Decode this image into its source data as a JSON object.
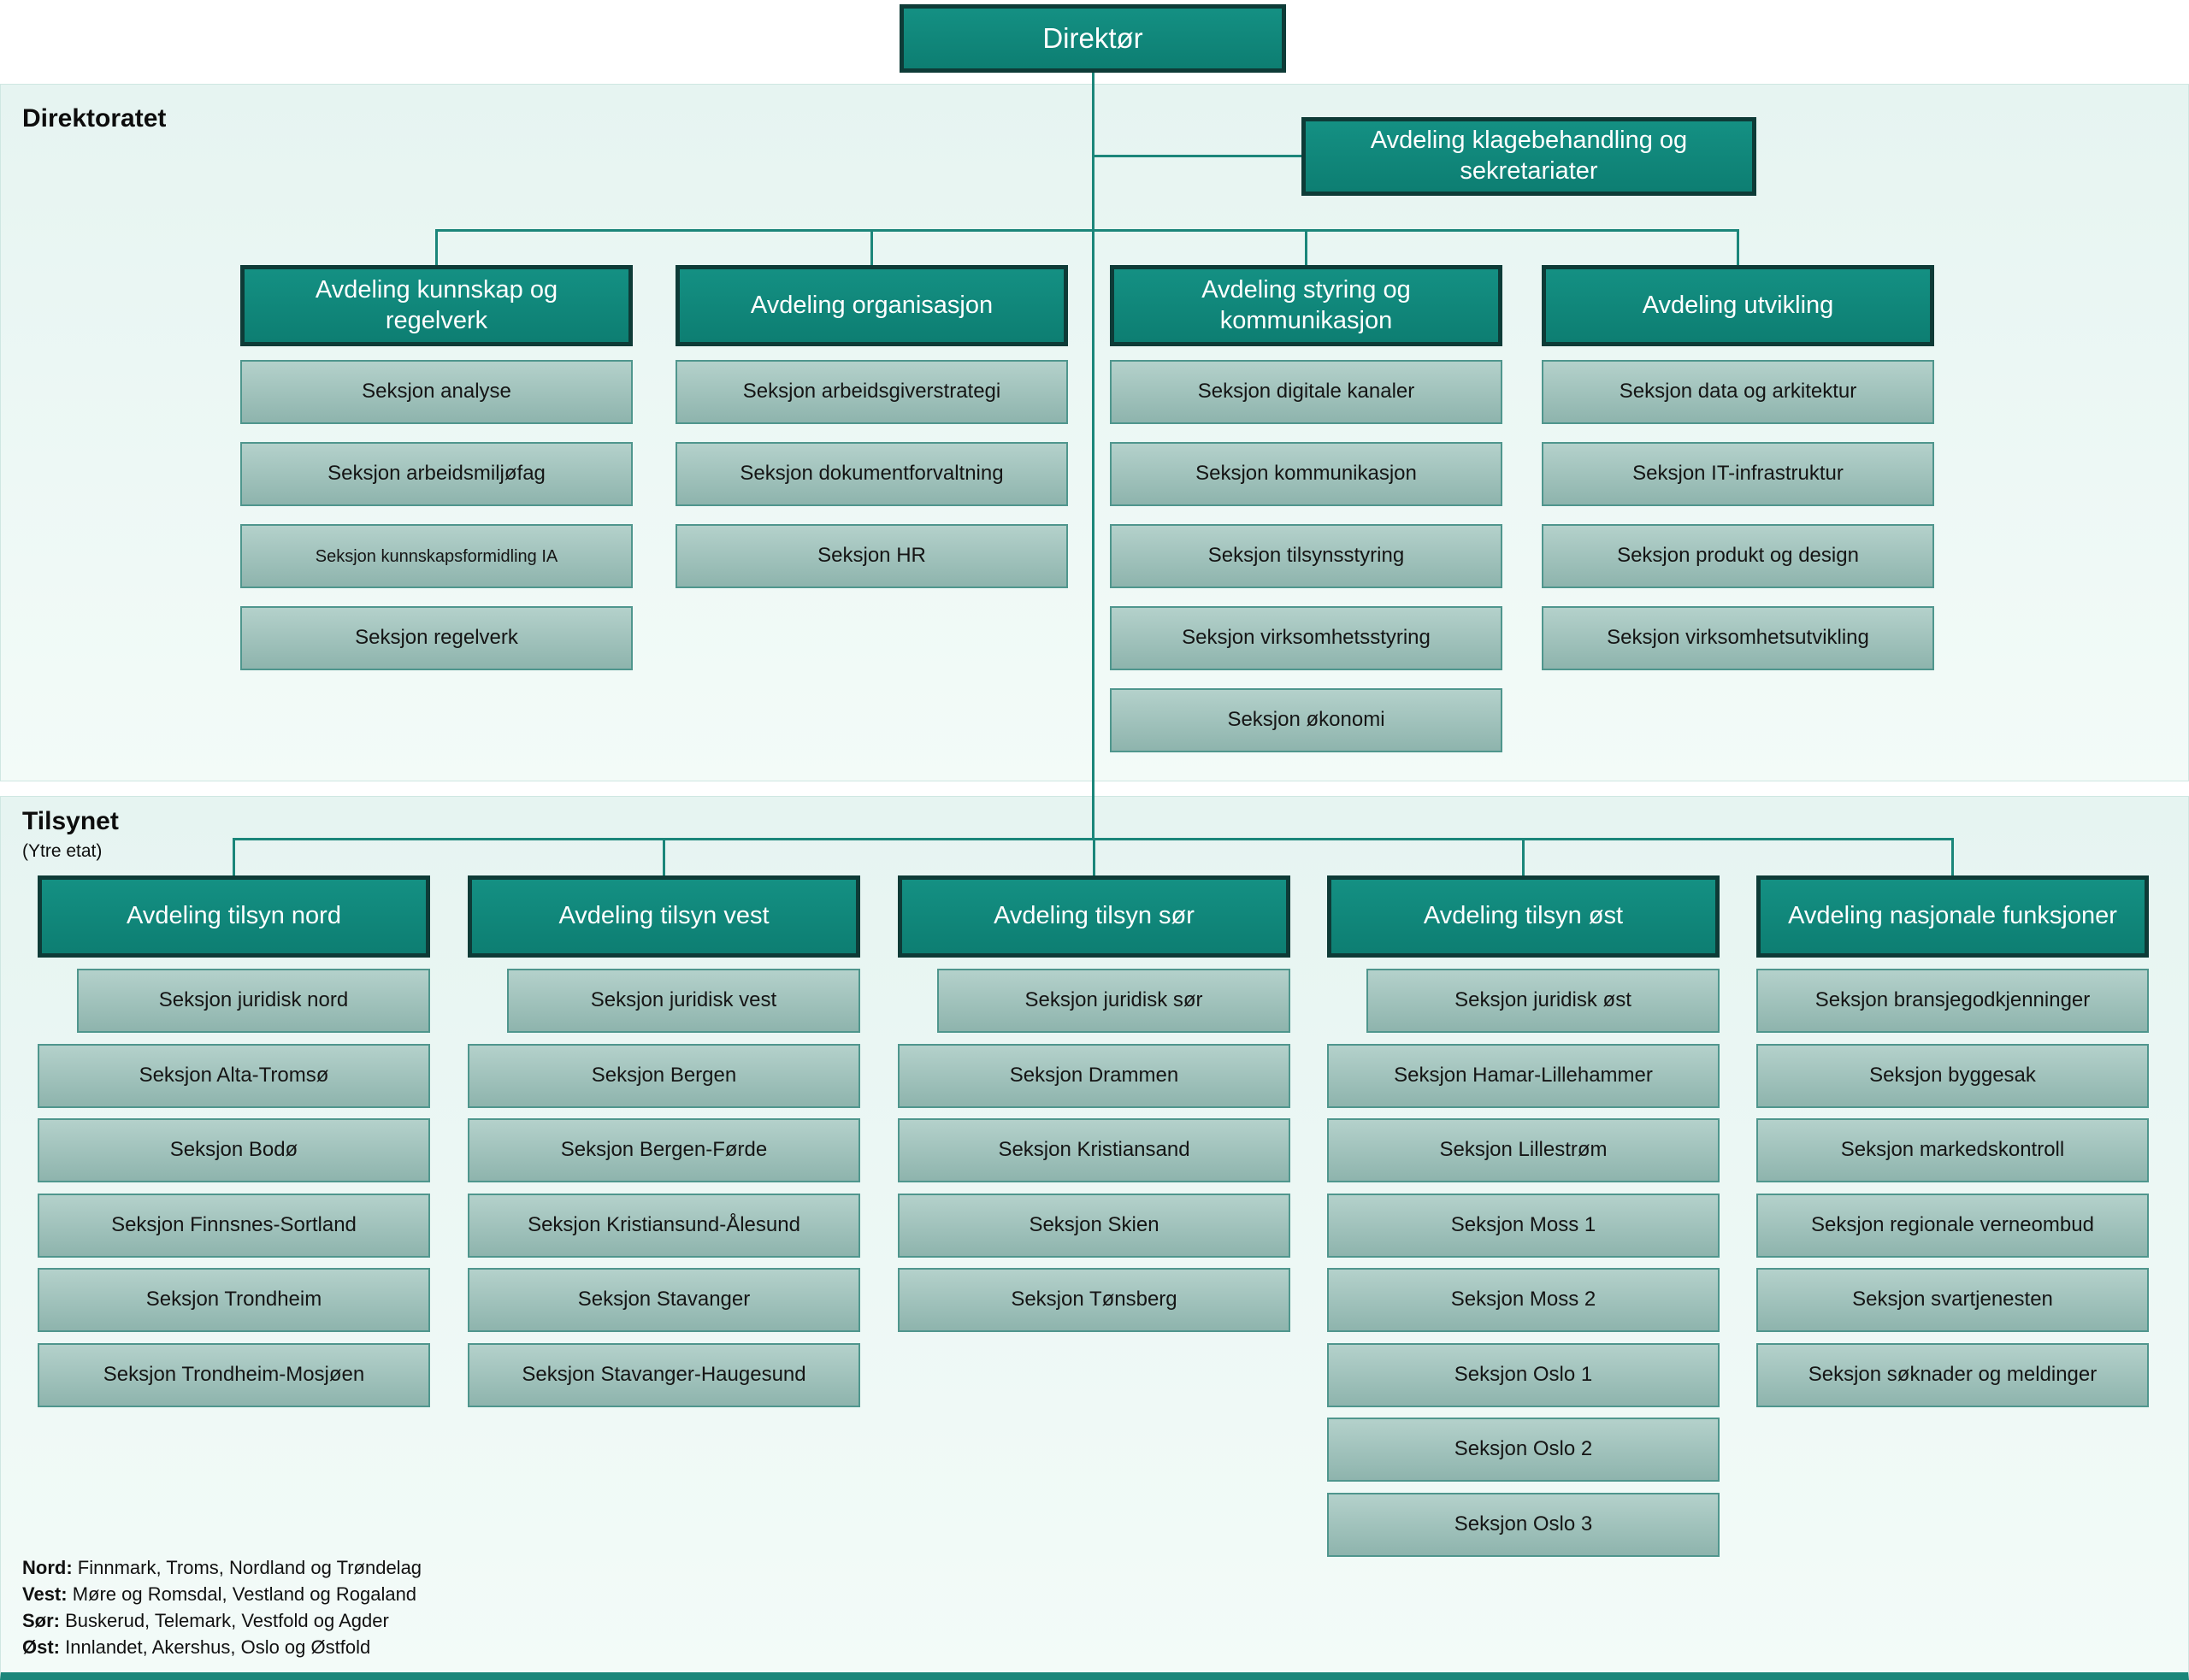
{
  "direktor": {
    "label": "Direktør"
  },
  "direktoratet": {
    "band_label": "Direktoratet",
    "klage_label": "Avdeling klagebehandling og sekretariater",
    "departments": [
      {
        "label": "Avdeling kunnskap og regelverk",
        "sections": [
          "Seksjon analyse",
          "Seksjon arbeidsmiljøfag",
          "Seksjon kunnskapsformidling IA",
          "Seksjon regelverk"
        ]
      },
      {
        "label": "Avdeling organisasjon",
        "sections": [
          "Seksjon arbeidsgiverstrategi",
          "Seksjon dokumentforvaltning",
          "Seksjon HR"
        ]
      },
      {
        "label": "Avdeling styring og kommunikasjon",
        "sections": [
          "Seksjon digitale kanaler",
          "Seksjon kommunikasjon",
          "Seksjon tilsynsstyring",
          "Seksjon virksomhetsstyring",
          "Seksjon økonomi"
        ]
      },
      {
        "label": "Avdeling utvikling",
        "sections": [
          "Seksjon data og arkitektur",
          "Seksjon IT-infrastruktur",
          "Seksjon produkt og design",
          "Seksjon virksomhetsutvikling"
        ]
      }
    ]
  },
  "tilsynet": {
    "band_label": "Tilsynet",
    "band_sublabel": "(Ytre etat)",
    "departments": [
      {
        "label": "Avdeling tilsyn nord",
        "sections": [
          "Seksjon juridisk nord",
          "Seksjon Alta-Tromsø",
          "Seksjon Bodø",
          "Seksjon Finnsnes-Sortland",
          "Seksjon Trondheim",
          "Seksjon Trondheim-Mosjøen"
        ]
      },
      {
        "label": "Avdeling tilsyn vest",
        "sections": [
          "Seksjon juridisk vest",
          "Seksjon Bergen",
          "Seksjon Bergen-Førde",
          "Seksjon Kristiansund-Ålesund",
          "Seksjon Stavanger",
          "Seksjon Stavanger-Haugesund"
        ]
      },
      {
        "label": "Avdeling tilsyn sør",
        "sections": [
          "Seksjon juridisk sør",
          "Seksjon Drammen",
          "Seksjon Kristiansand",
          "Seksjon Skien",
          "Seksjon Tønsberg"
        ]
      },
      {
        "label": "Avdeling tilsyn øst",
        "sections": [
          "Seksjon juridisk øst",
          "Seksjon Hamar-Lillehammer",
          "Seksjon Lillestrøm",
          "Seksjon Moss 1",
          "Seksjon Moss 2",
          "Seksjon Oslo 1",
          "Seksjon Oslo 2",
          "Seksjon Oslo 3"
        ]
      },
      {
        "label": "Avdeling nasjonale funksjoner",
        "sections": [
          "Seksjon bransjegodkjenninger",
          "Seksjon byggesak",
          "Seksjon markedskontroll",
          "Seksjon regionale verneombud",
          "Seksjon svartjenesten",
          "Seksjon søknader og meldinger"
        ]
      }
    ]
  },
  "legend": [
    {
      "term": "Nord:",
      "text": " Finnmark, Troms, Nordland og Trøndelag"
    },
    {
      "term": "Vest:",
      "text": " Møre og Romsdal, Vestland og Rogaland"
    },
    {
      "term": "Sør:",
      "text": " Buskerud, Telemark, Vestfold og Agder"
    },
    {
      "term": "Øst:",
      "text": " Innlandet, Akershus, Oslo og Østfold"
    }
  ],
  "colors": {
    "header_fill_top": "#149083",
    "header_fill_bottom": "#0d7e72",
    "header_border": "#0e3b37",
    "section_fill_top": "#b4d1cb",
    "section_fill_bottom": "#8eb4ad",
    "section_border": "#4f968d",
    "connector": "#1b867a"
  }
}
